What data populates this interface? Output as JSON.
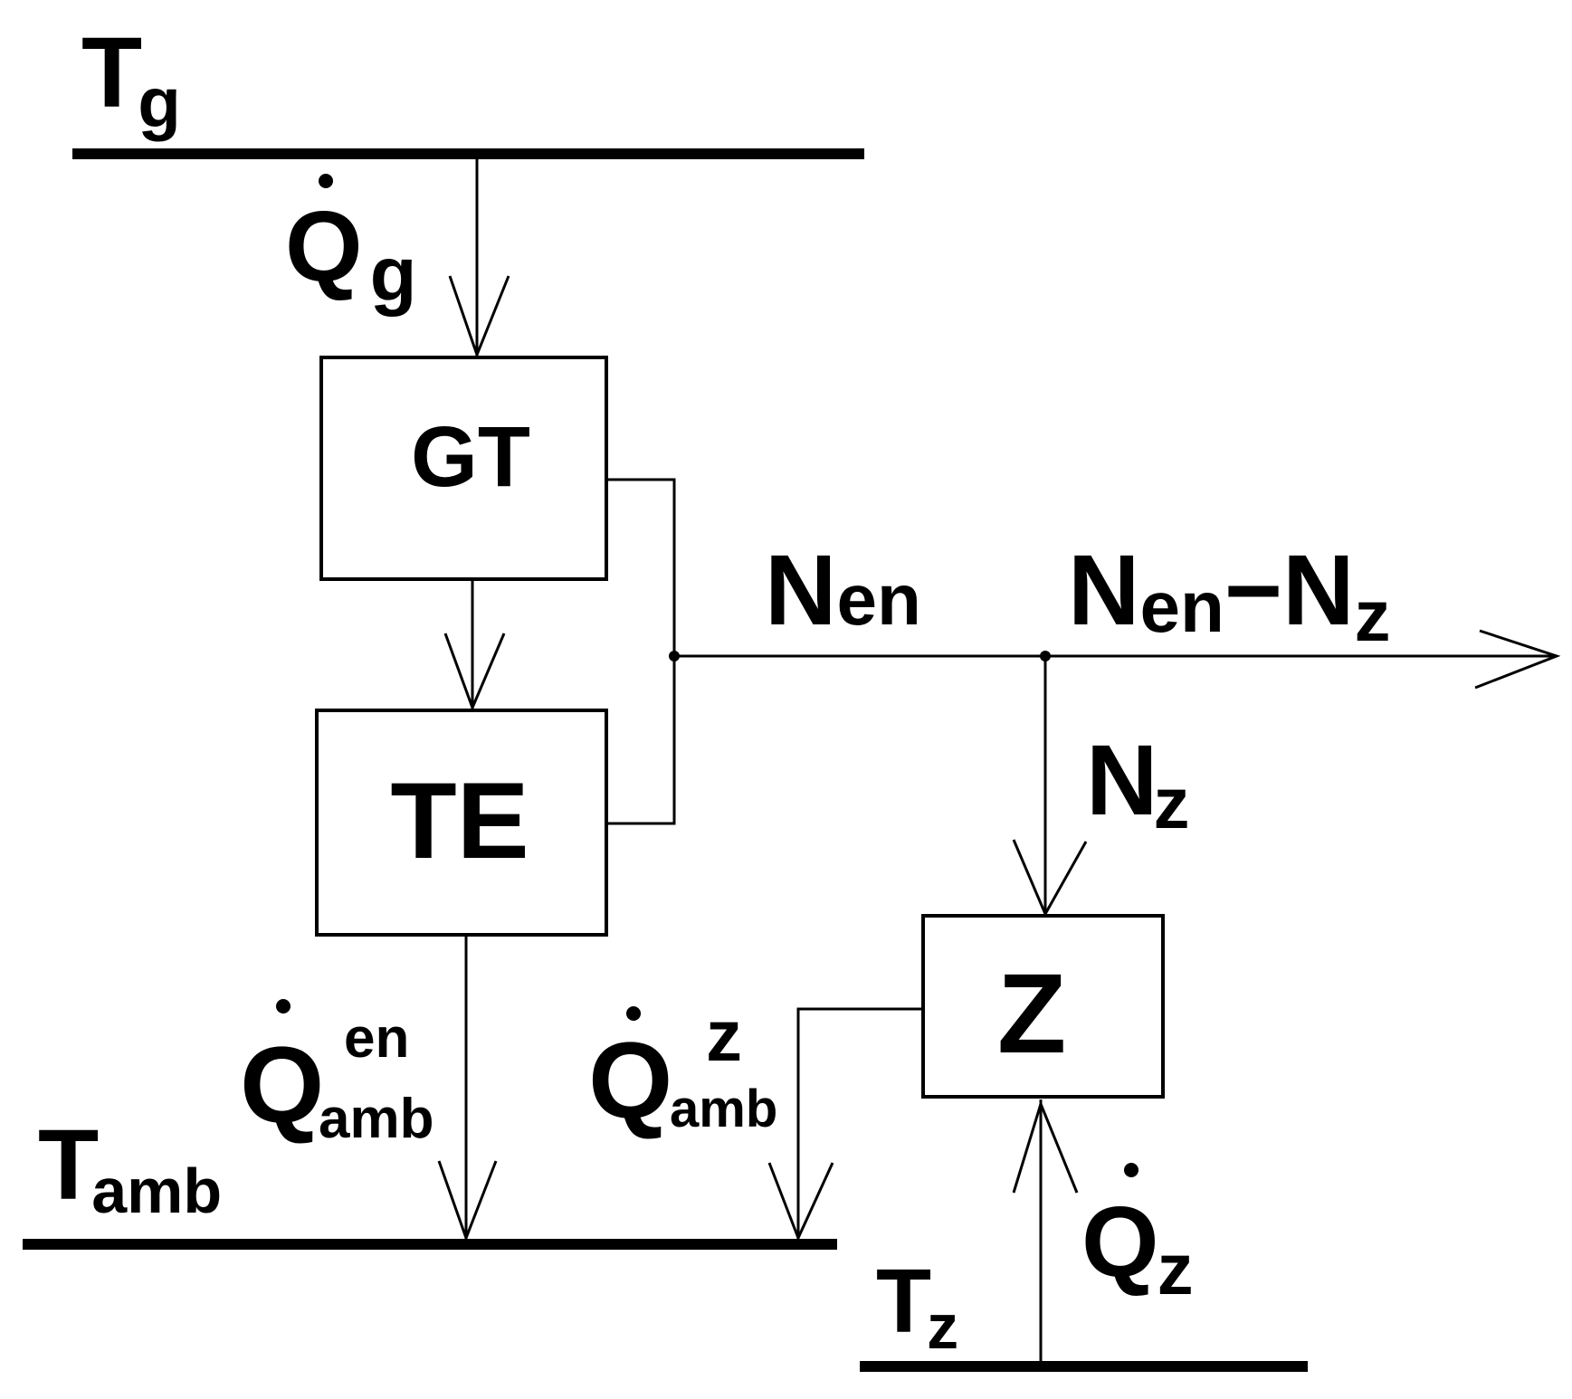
{
  "reservoirs": {
    "tg": {
      "main": "T",
      "sub": "g"
    },
    "tamb": {
      "main": "T",
      "sub": "amb"
    },
    "tz": {
      "main": "T",
      "sub": "z"
    }
  },
  "blocks": {
    "gt": "GT",
    "te": "TE",
    "z": "Z"
  },
  "flows": {
    "qg": {
      "main": "Q",
      "sub": "g"
    },
    "q_amb_en": {
      "main": "Q",
      "sup": "en",
      "sub": "amb"
    },
    "q_amb_z": {
      "main": "Q",
      "sup": "z",
      "sub": "amb"
    },
    "qz": {
      "main": "Q",
      "sub": "z"
    },
    "n_en": {
      "main": "N",
      "sub": "en"
    },
    "n_net": {
      "main1": "N",
      "sub1": "en",
      "dash": "−",
      "main2": "N",
      "sub2": "z"
    },
    "n_z": {
      "main": "N",
      "sub": "z"
    }
  }
}
